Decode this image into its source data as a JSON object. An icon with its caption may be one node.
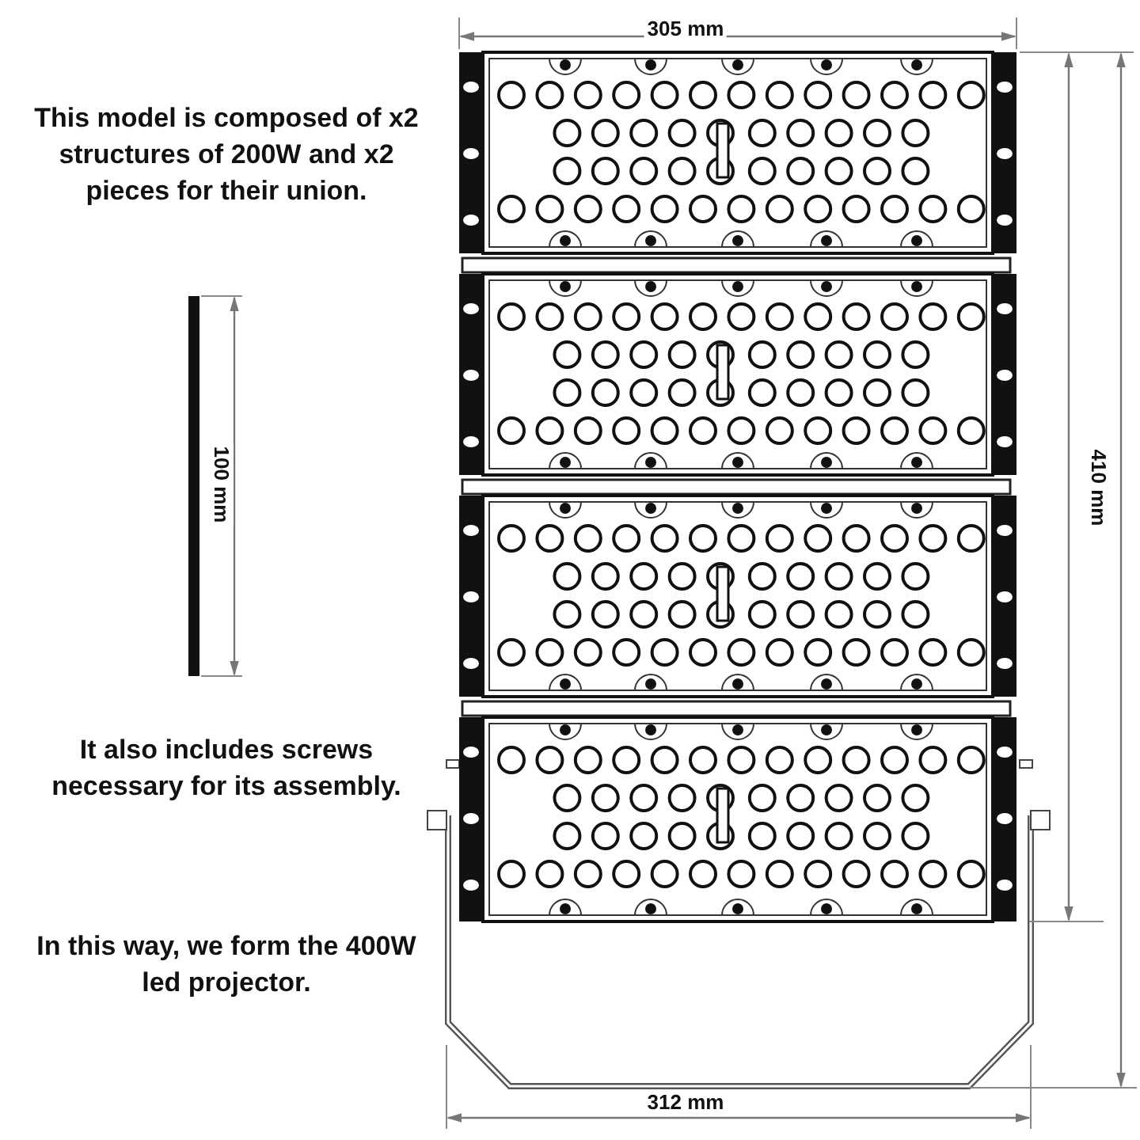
{
  "diagram": {
    "labels": [
      "305 mm",
      "This model is composed of x2 structures of 200W and x2 pieces for their union.",
      "100 mm",
      "410 mm",
      "It also includes screws necessary for its assembly.",
      "In this way, we form the 400W led projector.",
      "312 mm"
    ]
  }
}
